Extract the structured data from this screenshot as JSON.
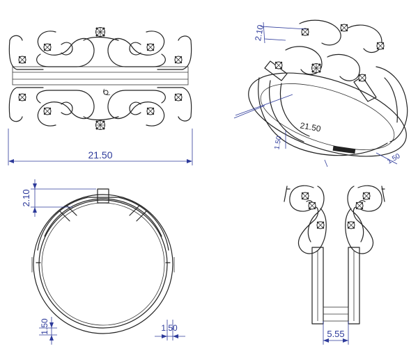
{
  "dimensions": {
    "width_top": "21.50",
    "iso_height": "2.10",
    "iso_thickness": "1.50",
    "iso_side": "1.50",
    "iso_width": "21.50",
    "front_height": "2.10",
    "front_left": "1.50",
    "front_right": "1.50",
    "side_width": "5.55"
  },
  "stamp": "21.50"
}
